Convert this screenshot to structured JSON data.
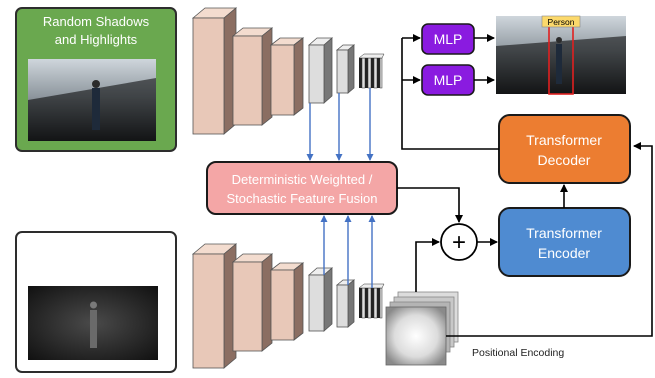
{
  "input_rgb": {
    "title": "Random Shadows and Highlights",
    "title_lines": [
      "Random Shadows",
      "and Highlights"
    ]
  },
  "fusion": {
    "label_lines": [
      "Deterministic Weighted /",
      "Stochastic Feature Fusion"
    ]
  },
  "plus_symbol": "+",
  "mlp_top": {
    "label": "MLP"
  },
  "mlp_bottom": {
    "label": "MLP"
  },
  "detection_label": "Person",
  "transformer_decoder": {
    "label_lines": [
      "Transformer",
      "Decoder"
    ]
  },
  "transformer_encoder": {
    "label_lines": [
      "Transformer",
      "Encoder"
    ]
  },
  "positional_encoding": {
    "label": "Positional Encoding"
  },
  "colors": {
    "rgb_frame": "#6aa84f",
    "fusion_fill": "#f4a6a6",
    "mlp_fill": "#8a1be0",
    "decoder_fill": "#ec7d31",
    "encoder_fill": "#4f8bd1",
    "skip_arrows": "#4472c4",
    "feature_block": "#e8c8b8",
    "person_label_bg": "#fcd96b",
    "bbox": "#e02020"
  }
}
